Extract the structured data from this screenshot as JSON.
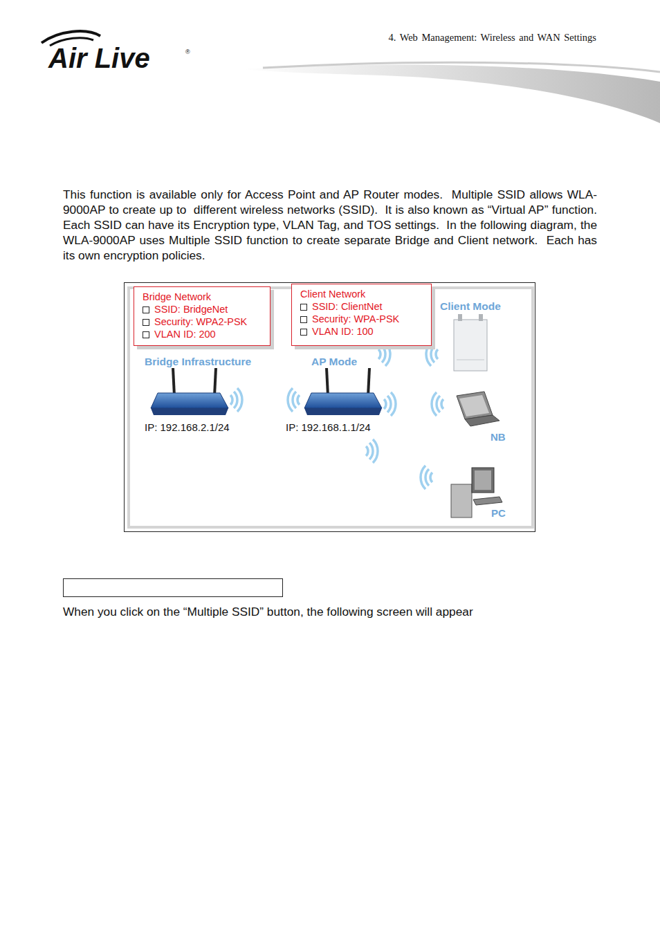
{
  "diagram": {
    "nodes": [
      {
        "text": [
          "Bridge Network",
          "SSID: BridgeNet",
          "Security: WPA2-PSK",
          "VLAN ID: 200"
        ]
      },
      {
        "text": [
          "Client Network",
          "SSID: ClientNet",
          "Security: WPA-PSK",
          "VLAN ID: 100"
        ]
      }
    ],
    "labels": [
      "4. Web Management: Wireless and WAN Settings",
      "Air Live",
      "®",
      "This function is available only for Access Point and AP Router modes.  Multiple SSID allows WLA-9000AP to create up to  different wireless networks (SSID).  It is also known as “Virtual AP” function.  Each SSID can have its Encryption type, VLAN Tag, and TOS settings.  In the following diagram, the WLA-9000AP uses Multiple SSID function to create separate Bridge and Client network.  Each has its own encryption policies.",
      "Bridge Infrastructure",
      "AP Mode",
      "Client Mode",
      "IP: 192.168.2.1/24",
      "IP: 192.168.1.1/24",
      "NB",
      "PC",
      "When you click on the “Multiple SSID” button, the following screen will appear"
    ]
  }
}
